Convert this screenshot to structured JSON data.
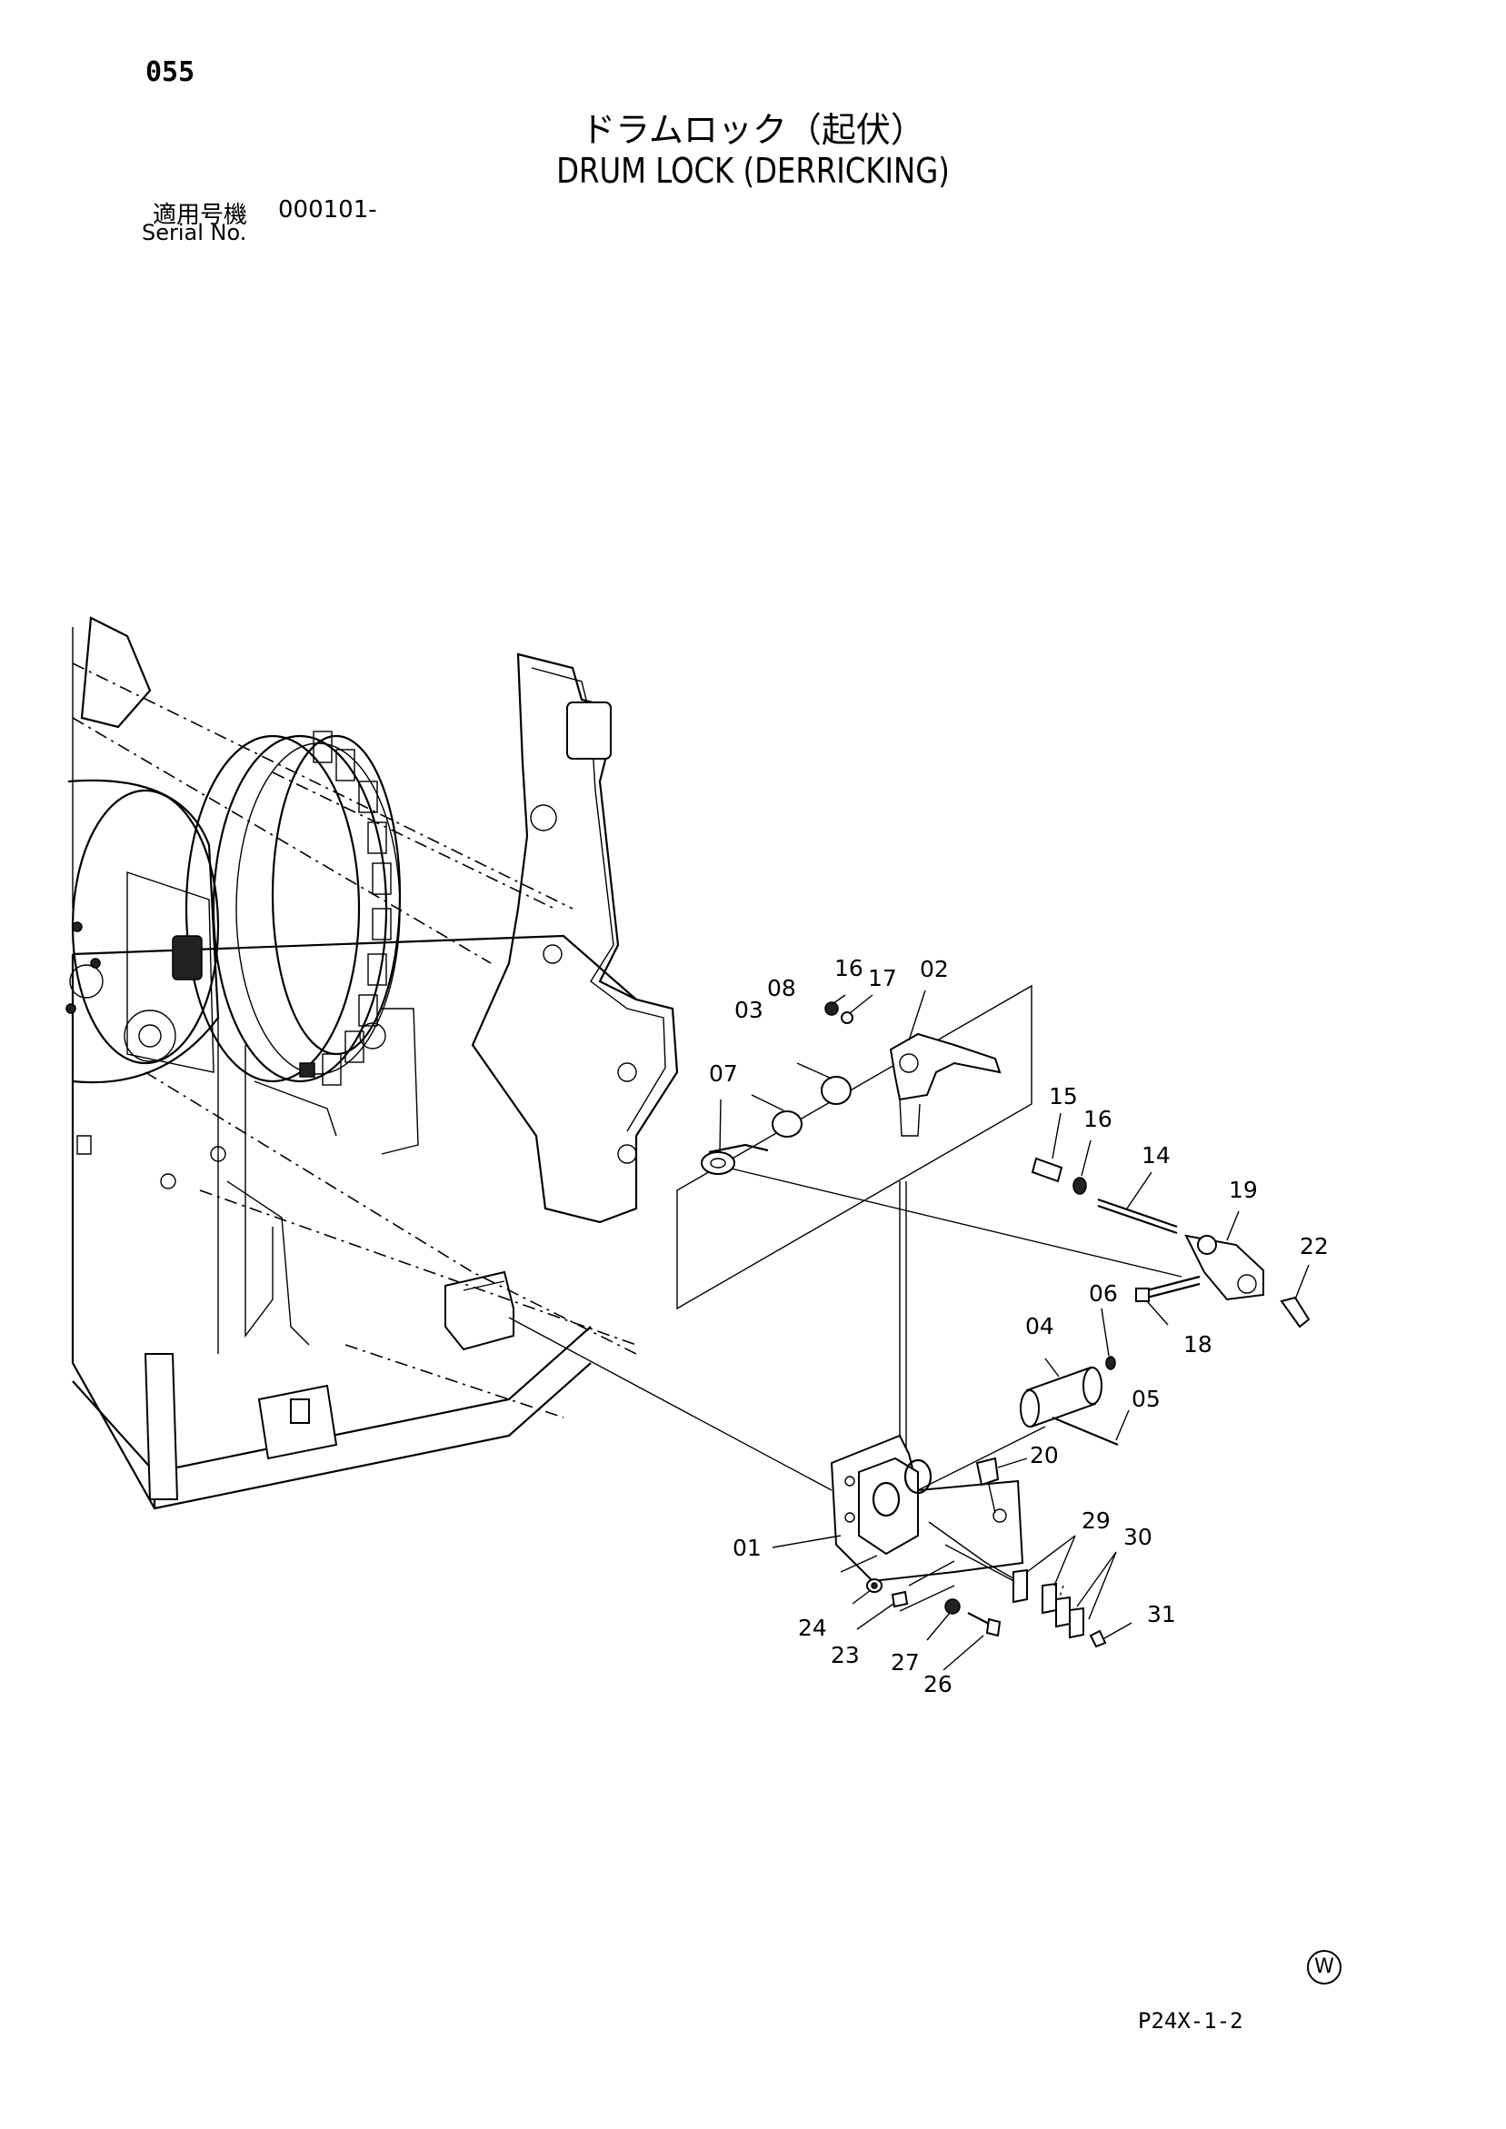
{
  "header": {
    "page_number": "055",
    "title_jp": "ドラムロック（起伏）",
    "title_en": "DRUM LOCK (DERRICKING)",
    "serial_label_jp": "適用号機",
    "serial_value": "000101-",
    "serial_label_en": "Serial No."
  },
  "diagram": {
    "part_labels": [
      "16",
      "17",
      "02",
      "03",
      "08",
      "07",
      "15",
      "16",
      "14",
      "19",
      "22",
      "06",
      "04",
      "18",
      "05",
      "20",
      "01",
      "29",
      "30",
      "24",
      "23",
      "27",
      "26",
      "31"
    ]
  },
  "footer": {
    "mark": "W",
    "drawing_code": "P24X-1-2"
  }
}
